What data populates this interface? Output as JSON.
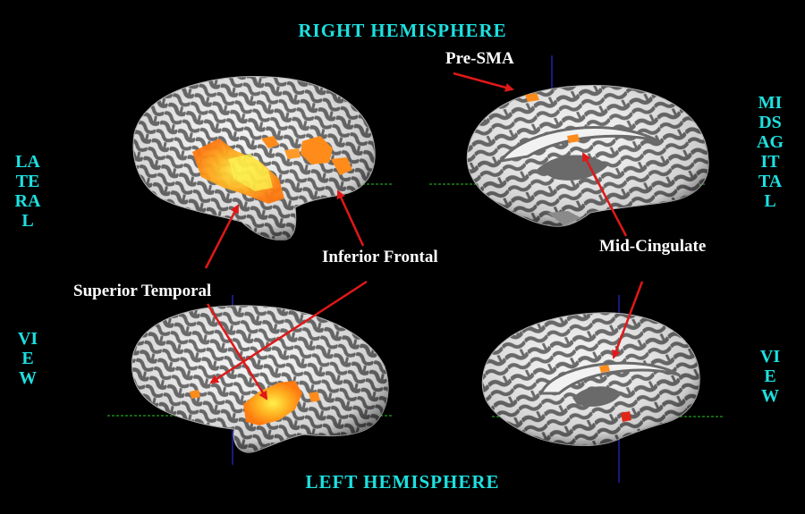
{
  "headers": {
    "top": "RIGHT HEMISPHERE",
    "bottom": "LEFT HEMISPHERE",
    "left_top": "LATERAL",
    "left_bottom": "VIEW",
    "right_top": "MIDSAGITTAL",
    "right_bottom": "VIEW"
  },
  "labels": {
    "pre_sma": "Pre-SMA",
    "mid_cingulate": "Mid-Cingulate",
    "inferior_frontal": "Inferior Frontal",
    "superior_temporal": "Superior Temporal"
  },
  "colors": {
    "background": "#000000",
    "header_text": "#1ee0e0",
    "label_text": "#ffffff",
    "arrow": "#e01818",
    "gyri": "#f2f2f2",
    "sulci": "#6a6a6a",
    "activation": "#ff8c1a",
    "activation_peak": "#ffe03a",
    "crosshair": "#2a2ad0",
    "axis_line": "#1fa01f"
  }
}
